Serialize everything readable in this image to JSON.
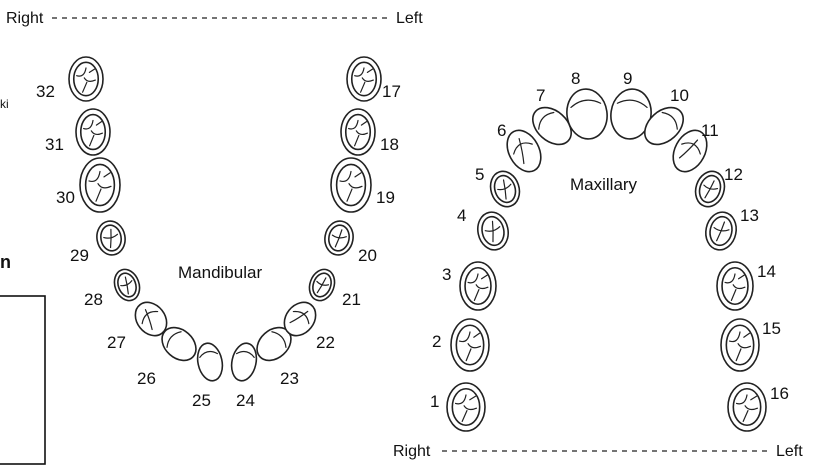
{
  "top_orientation": {
    "right": "Right",
    "left": "Left"
  },
  "bottom_orientation": {
    "right": "Right",
    "left": "Left"
  },
  "mandibular": {
    "label": "Mandibular",
    "teeth": [
      "32",
      "31",
      "30",
      "29",
      "28",
      "27",
      "26",
      "25",
      "24",
      "23",
      "22",
      "21",
      "20",
      "19",
      "18",
      "17"
    ]
  },
  "maxillary": {
    "label": "Maxillary",
    "teeth": [
      "1",
      "2",
      "3",
      "4",
      "5",
      "6",
      "7",
      "8",
      "9",
      "10",
      "11",
      "12",
      "13",
      "14",
      "15",
      "16"
    ]
  },
  "left_fragments": {
    "small": "ki",
    "bold": "n"
  }
}
